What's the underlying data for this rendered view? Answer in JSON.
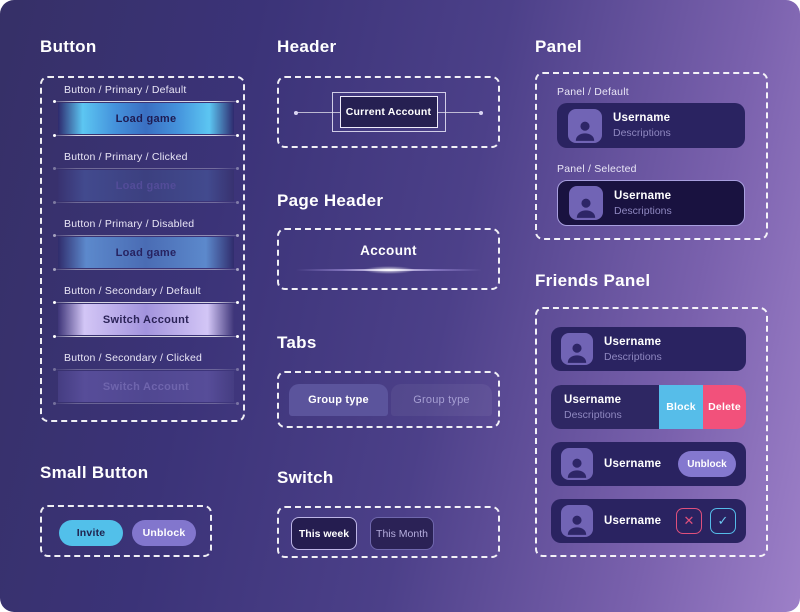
{
  "sections": {
    "button": {
      "title": "Button",
      "variants": [
        {
          "label": "Button / Primary / Default",
          "text": "Load game"
        },
        {
          "label": "Button / Primary / Clicked",
          "text": "Load game"
        },
        {
          "label": "Button / Primary / Disabled",
          "text": "Load game"
        },
        {
          "label": "Button / Secondary / Default",
          "text": "Switch Account"
        },
        {
          "label": "Button / Secondary / Clicked",
          "text": "Switch Account"
        }
      ]
    },
    "small_button": {
      "title": "Small Button",
      "invite": "Invite",
      "unblock": "Unblock"
    },
    "header": {
      "title": "Header",
      "current_account": "Current Account"
    },
    "page_header": {
      "title": "Page Header",
      "text": "Account"
    },
    "tabs": {
      "title": "Tabs",
      "items": [
        {
          "label": "Group type",
          "state": "selected"
        },
        {
          "label": "Group type",
          "state": "default"
        }
      ]
    },
    "switch": {
      "title": "Switch",
      "options": [
        {
          "label": "This week",
          "state": "selected"
        },
        {
          "label": "This Month",
          "state": "default"
        }
      ]
    },
    "panel": {
      "title": "Panel",
      "default_label": "Panel / Default",
      "selected_label": "Panel / Selected",
      "username": "Username",
      "description": "Descriptions"
    },
    "friends_panel": {
      "title": "Friends Panel",
      "rows": [
        {
          "username": "Username",
          "description": "Descriptions"
        },
        {
          "username": "Username",
          "description": "Descriptions",
          "block": "Block",
          "delete": "Delete"
        },
        {
          "username": "Username",
          "unblock": "Unblock"
        },
        {
          "username": "Username"
        }
      ]
    }
  },
  "icons": {
    "close": "✕",
    "check": "✓"
  },
  "colors": {
    "accent_cyan": "#52c0ea",
    "accent_pink": "#f2517b",
    "accent_purple": "#8276cd",
    "panel_bg": "#2a2361",
    "bg_dark": "#363067",
    "bg_light": "#9d80c8"
  }
}
